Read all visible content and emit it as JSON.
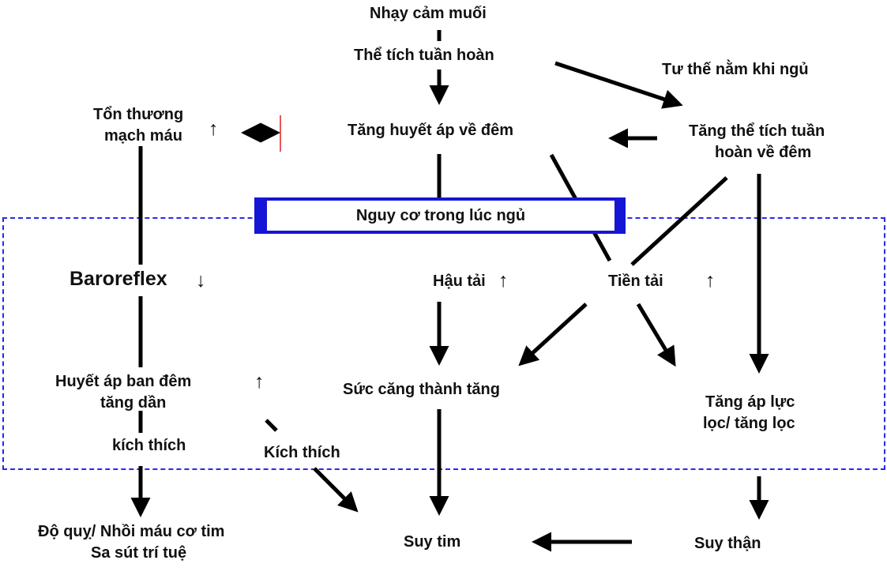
{
  "diagram": {
    "nodes": {
      "nhay_cam_muoi": "Nhạy cảm muối",
      "the_tich_tuan_hoan": "Thể tích tuần hoàn",
      "tu_the_nam": "Tư thế nằm khi ngủ",
      "ton_thuong_1": "Tổn thương",
      "ton_thuong_2": "mạch máu",
      "tang_ha_dem": "Tăng huyết áp về đêm",
      "tang_tt_1": "Tăng thể tích tuần",
      "tang_tt_2": "hoàn về đêm",
      "nguy_co": "Nguy cơ trong lúc ngủ",
      "baroreflex": "Baroreflex",
      "hau_tai": "Hậu tải",
      "tien_tai": "Tiền tải",
      "huyet_ap_1": "Huyết áp ban đêm",
      "huyet_ap_2": "tăng dần",
      "suc_cang": "Sức căng thành tăng",
      "tang_ap_1": "Tăng áp lực",
      "tang_ap_2": "lọc/ tăng lọc",
      "kich_thich_1": "kích thích",
      "kich_thich_2": "Kích thích",
      "do_quy_1": "Độ quỵ/ Nhồi máu cơ tim",
      "do_quy_2": "Sa sút trí tuệ",
      "suy_tim": "Suy tim",
      "suy_than": "Suy thận"
    },
    "indicators": {
      "up": "↑",
      "down": "↓"
    },
    "colors": {
      "risk_box": "#1515d6",
      "dashed_region": "#2a2ae8",
      "marker": "#e02020",
      "arrows": "#000000"
    }
  }
}
